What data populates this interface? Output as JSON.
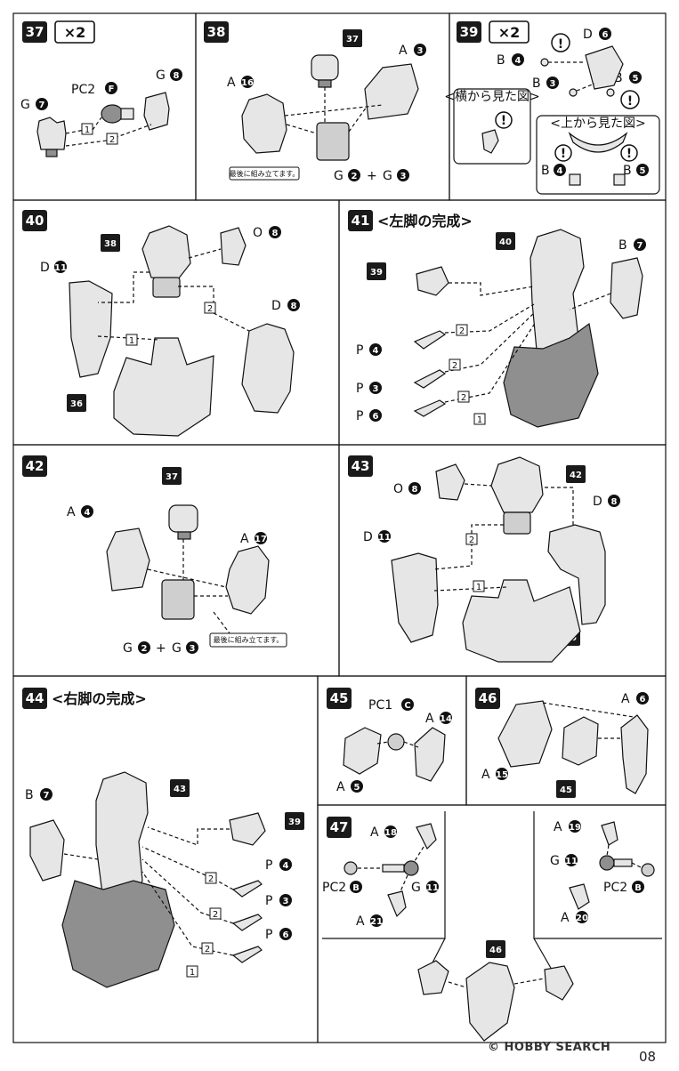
{
  "steps": [
    {
      "num": "37",
      "qty": "×2",
      "labels": [
        "PC2",
        "F",
        "G",
        "8",
        "G",
        "7"
      ],
      "order": [
        "1",
        "2"
      ]
    },
    {
      "num": "38",
      "labels": [
        "A",
        "16",
        "A",
        "3",
        "37",
        "G",
        "2",
        "+",
        "G",
        "3"
      ],
      "note": "最後に組み立てます。"
    },
    {
      "num": "39",
      "qty": "×2",
      "labels": [
        "D",
        "6",
        "B",
        "4",
        "B",
        "3",
        "B",
        "5"
      ],
      "side_view": "<横から見た図>",
      "top_view": "<上から見た図>",
      "top_labels": [
        "B",
        "4",
        "B",
        "5"
      ]
    },
    {
      "num": "40",
      "labels": [
        "38",
        "O",
        "8",
        "D",
        "11",
        "D",
        "8",
        "36"
      ],
      "order": [
        "1",
        "2"
      ]
    },
    {
      "num": "41",
      "title": "<左脚の完成>",
      "labels": [
        "40",
        "39",
        "B",
        "7",
        "P",
        "4",
        "P",
        "3",
        "P",
        "6"
      ],
      "order": [
        "2",
        "2",
        "2",
        "1"
      ]
    },
    {
      "num": "42",
      "labels": [
        "37",
        "A",
        "4",
        "A",
        "17",
        "G",
        "2",
        "+",
        "G",
        "3"
      ],
      "note": "最後に組み立てます。"
    },
    {
      "num": "43",
      "labels": [
        "O",
        "8",
        "42",
        "D",
        "8",
        "D",
        "11",
        "36"
      ],
      "order": [
        "1",
        "2"
      ]
    },
    {
      "num": "44",
      "title": "<右脚の完成>",
      "labels": [
        "43",
        "B",
        "7",
        "39",
        "P",
        "4",
        "P",
        "3",
        "P",
        "6"
      ],
      "order": [
        "2",
        "2",
        "2",
        "1"
      ]
    },
    {
      "num": "45",
      "labels": [
        "PC1",
        "C",
        "A",
        "14",
        "A",
        "5"
      ]
    },
    {
      "num": "46",
      "labels": [
        "A",
        "6",
        "A",
        "15",
        "45"
      ]
    },
    {
      "num": "47",
      "labels": [
        "A",
        "18",
        "PC2",
        "B",
        "G",
        "11",
        "A",
        "21",
        "A",
        "19",
        "G",
        "11",
        "PC2",
        "B",
        "A",
        "20",
        "46"
      ]
    }
  ],
  "footer": {
    "logo": "© HOBBY SEARCH",
    "page": "08"
  },
  "colors": {
    "ink": "#111111",
    "badge": "#1a1a1a",
    "part_fill": "#e4e4e4",
    "part_dark": "#9a9a9a"
  }
}
